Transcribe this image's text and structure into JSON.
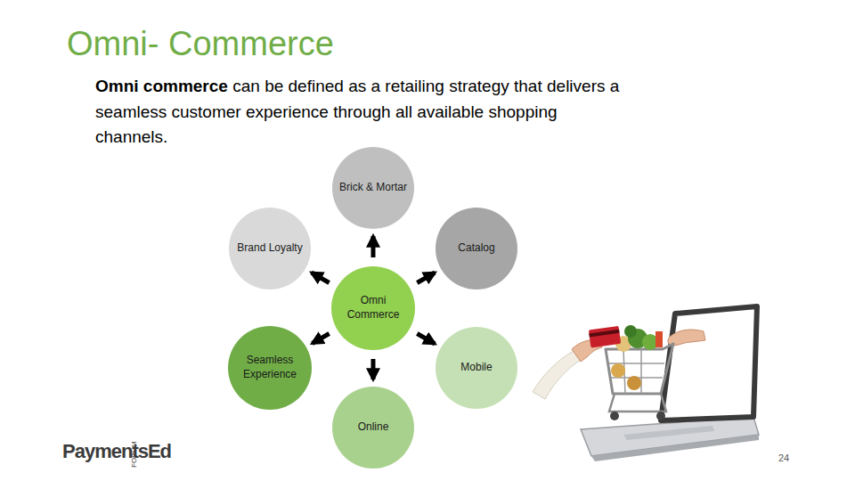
{
  "diagram": {
    "title": "Omni- Commerce",
    "nodes": [
      {
        "text": [
          "Brick & Mortar"
        ]
      },
      {
        "text": [
          "Brand Loyalty"
        ]
      },
      {
        "text": [
          "Catalog"
        ]
      },
      {
        "text": [
          "Omni Commerce"
        ]
      },
      {
        "text": [
          "Seamless Experience"
        ]
      },
      {
        "text": [
          "Mobile"
        ]
      },
      {
        "text": [
          "Online"
        ]
      }
    ],
    "edges": [
      {
        "from": 3,
        "to": 0,
        "arrow": "to"
      },
      {
        "from": 3,
        "to": 1,
        "arrow": "to"
      },
      {
        "from": 3,
        "to": 2,
        "arrow": "to"
      },
      {
        "from": 3,
        "to": 4,
        "arrow": "to"
      },
      {
        "from": 3,
        "to": 5,
        "arrow": "to"
      },
      {
        "from": 3,
        "to": 6,
        "arrow": "to"
      }
    ],
    "labels": [
      "Omni commerce",
      "can be defined as a retailing strategy that delivers a seamless customer experience through all available shopping channels.",
      "PaymentsEd",
      "FORUM",
      "24"
    ]
  }
}
